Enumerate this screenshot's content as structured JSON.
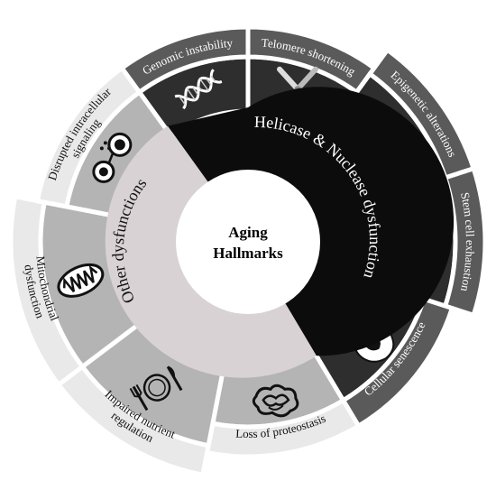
{
  "center": {
    "line1": "Aging",
    "line2": "Hallmarks"
  },
  "inner_ring": {
    "helicase": {
      "label": "Helicase & Nuclease dysfunction",
      "color": "#0c0c0c",
      "text_color": "#ffffff"
    },
    "other": {
      "label": "Other dysfunctions",
      "color": "#d8d2d5",
      "text_color": "#111111"
    }
  },
  "outer_segments": [
    {
      "name": "genomic-instability",
      "label": "Genomic instability",
      "group": "helicase",
      "icon": "dna-icon"
    },
    {
      "name": "telomere-shortening",
      "label": "Telomere shortening",
      "group": "helicase",
      "icon": "chromosome-icon"
    },
    {
      "name": "epigenetic-alterations",
      "label": "Epigenetic alterations",
      "group": "helicase",
      "icon": "nucleosome-icon"
    },
    {
      "name": "stem-cell-exhaustion",
      "label": "Stem cell exhaustion",
      "group": "helicase",
      "icon": "stem-cell-icon"
    },
    {
      "name": "cellular-senescence",
      "label": "Cellular senescence",
      "group": "helicase",
      "icon": "senescent-cell-icon"
    },
    {
      "name": "loss-of-proteostasis",
      "label": "Loss of proteostasis",
      "group": "other",
      "icon": "protein-aggregate-icon"
    },
    {
      "name": "impaired-nutrient-regulation",
      "label": "Impaired nutrient regulation",
      "lines": [
        "Impaired nutrient",
        "regulation"
      ],
      "group": "other",
      "icon": "plate-cutlery-icon"
    },
    {
      "name": "mitochondrial-dysfunction",
      "label": "Mitochondrial dysfunction",
      "lines": [
        "Mitochondrial",
        "dysfunction"
      ],
      "group": "other",
      "icon": "mitochondrion-icon"
    },
    {
      "name": "disrupted-intracellular-signaling",
      "label": "Disrupted intracellular signaling",
      "lines": [
        "Disrupted intracellular",
        "signaling"
      ],
      "group": "other",
      "icon": "signaling-cells-icon"
    }
  ],
  "colors": {
    "label_band_dark": "#5a5a5a",
    "label_band_light": "#e9e9e9",
    "icon_band_dark": "#2e2e2e",
    "icon_band_light": "#b4b4b4",
    "label_text_dark": "#ffffff",
    "label_text_light": "#111111",
    "separator": "#ffffff"
  }
}
